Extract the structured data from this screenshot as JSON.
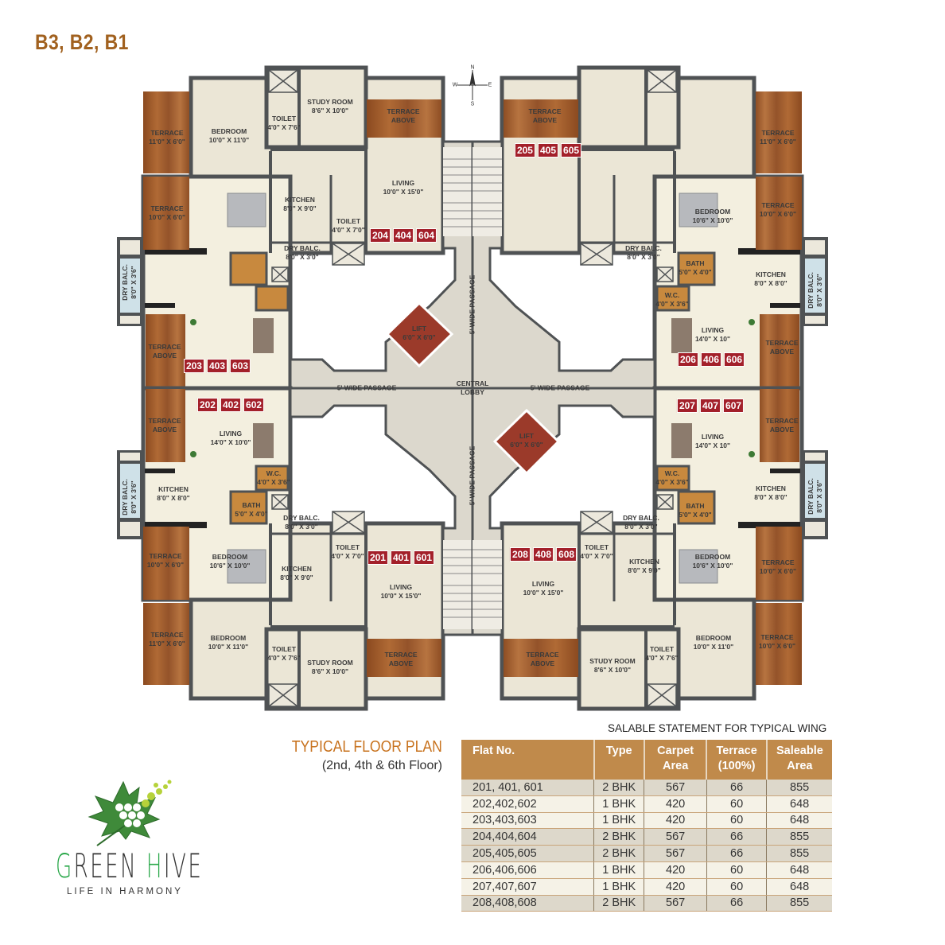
{
  "header": {
    "title": "B3, B2, B1"
  },
  "compass": {
    "n": "N",
    "s": "S",
    "e": "E",
    "w": "W"
  },
  "plan": {
    "labels": [
      {
        "name": "TERRACE",
        "size": "11'0\" X 6'0\""
      },
      {
        "name": "BEDROOM",
        "size": "10'0\" X 11'0\""
      },
      {
        "name": "TOILET",
        "size": "4'0\" X 7'6\""
      },
      {
        "name": "STUDY ROOM",
        "size": "8'6\" X 10'0\""
      },
      {
        "name": "TERRACE",
        "size": "ABOVE"
      },
      {
        "name": "TERRACE",
        "size": "10'0\" X 6'0\""
      },
      {
        "name": "KITCHEN",
        "size": "8'0\" X 9'0\""
      },
      {
        "name": "TOILET",
        "size": "4'0\" X 7'0\""
      },
      {
        "name": "LIVING",
        "size": "10'0\" X 15'0\""
      },
      {
        "name": "DRY BALC.",
        "size": "8'0\" X 3'0\""
      },
      {
        "name": "DRY BALC.",
        "size": "8'0\" X 3'6\""
      },
      {
        "name": "TERRACE",
        "size": "ABOVE"
      },
      {
        "name": "LIFT",
        "size": "6'0\" X 6'0\""
      },
      {
        "name": "5' WIDE PASSAGE",
        "size": ""
      },
      {
        "name": "CENTRAL",
        "size": "LOBBY"
      },
      {
        "name": "5' WIDE PASSAGE",
        "size": ""
      },
      {
        "name": "5' WIDE PASSAGE",
        "size": ""
      },
      {
        "name": "5' WIDE PASSAGE",
        "size": ""
      },
      {
        "name": "LIFT",
        "size": "6'0\" X 6'0\""
      },
      {
        "name": "TERRACE",
        "size": "ABOVE"
      },
      {
        "name": "TERRACE",
        "size": "11'0\" X 6'0\""
      },
      {
        "name": "TERRACE",
        "size": "10'0\" X 6'0\""
      },
      {
        "name": "BEDROOM",
        "size": "10'6\" X 10'0\""
      },
      {
        "name": "DRY BALC.",
        "size": "8'0\" X 3'0\""
      },
      {
        "name": "BATH",
        "size": "5'0\" X 4'0\""
      },
      {
        "name": "KITCHEN",
        "size": "8'0\" X 8'0\""
      },
      {
        "name": "W.C.",
        "size": "4'0\" X 3'6\""
      },
      {
        "name": "DRY BALC.",
        "size": "8'0\" X 3'6\""
      },
      {
        "name": "LIVING",
        "size": "14'0\" X 10\""
      },
      {
        "name": "TERRACE",
        "size": "ABOVE"
      },
      {
        "name": "TERRACE",
        "size": "ABOVE"
      },
      {
        "name": "LIVING",
        "size": "14'0\" X 10\""
      },
      {
        "name": "W.C.",
        "size": "4'0\" X 3'6\""
      },
      {
        "name": "KITCHEN",
        "size": "8'0\" X 8'0\""
      },
      {
        "name": "BATH",
        "size": "5'0\" X 4'0\""
      },
      {
        "name": "DRY BALC.",
        "size": "8'0\" X 3'6\""
      },
      {
        "name": "DRY BALC.",
        "size": "8'0\" X 3'0\""
      },
      {
        "name": "TOILET",
        "size": "4'0\" X 7'0\""
      },
      {
        "name": "KITCHEN",
        "size": "8'0\" X 9'0\""
      },
      {
        "name": "BEDROOM",
        "size": "10'6\" X 10'0\""
      },
      {
        "name": "TERRACE",
        "size": "10'0\" X 6'0\""
      },
      {
        "name": "LIVING",
        "size": "10'0\" X 15'0\""
      },
      {
        "name": "TERRACE",
        "size": "ABOVE"
      },
      {
        "name": "STUDY ROOM",
        "size": "8'6\" X 10'0\""
      },
      {
        "name": "TOILET",
        "size": "4'0\" X 7'6\""
      },
      {
        "name": "BEDROOM",
        "size": "10'0\" X 11'0\""
      },
      {
        "name": "TERRACE",
        "size": "10'0\" X 6'0\""
      },
      {
        "name": "TERRACE",
        "size": "ABOVE"
      },
      {
        "name": "LIVING",
        "size": "14'0\" X 10'0\""
      },
      {
        "name": "DRY BALC.",
        "size": "8'0\" X 3'6\""
      },
      {
        "name": "KITCHEN",
        "size": "8'0\" X 8'0\""
      },
      {
        "name": "W.C.",
        "size": "4'0\" X 3'6\""
      },
      {
        "name": "BATH",
        "size": "5'0\" X 4'0\""
      },
      {
        "name": "DRY BALC.",
        "size": "8'0\" X 3'0\""
      },
      {
        "name": "TOILET",
        "size": "4'0\" X 7'0\""
      },
      {
        "name": "KITCHEN",
        "size": "8'0\" X 9'0\""
      },
      {
        "name": "LIVING",
        "size": "10'0\" X 15'0\""
      },
      {
        "name": "TERRACE",
        "size": "10'0\" X 6'0\""
      },
      {
        "name": "BEDROOM",
        "size": "10'6\" X 10'0\""
      },
      {
        "name": "TERRACE",
        "size": "11'0\" X 6'0\""
      },
      {
        "name": "BEDROOM",
        "size": "10'0\" X 11'0\""
      },
      {
        "name": "TOILET",
        "size": "4'0\" X 7'6\""
      },
      {
        "name": "STUDY ROOM",
        "size": "8'6\" X 10'0\""
      },
      {
        "name": "TERRACE",
        "size": "ABOVE"
      }
    ],
    "flat_groups": [
      [
        "204",
        "404",
        "604"
      ],
      [
        "203",
        "403",
        "603"
      ],
      [
        "202",
        "402",
        "602"
      ],
      [
        "205",
        "405",
        "605"
      ],
      [
        "206",
        "406",
        "606"
      ],
      [
        "207",
        "407",
        "607"
      ],
      [
        "208",
        "408",
        "608"
      ],
      [
        "201",
        "401",
        "601"
      ]
    ]
  },
  "floor_plan_caption": {
    "title": "TYPICAL FLOOR PLAN",
    "subtitle": "(2nd, 4th & 6th Floor)"
  },
  "salable_statement": {
    "caption": "SALABLE STATEMENT FOR TYPICAL WING",
    "headers": [
      "Flat No.",
      "Type",
      "Carpet\nArea",
      "Terrace\n(100%)",
      "Saleable\nArea"
    ],
    "rows": [
      [
        "201, 401, 601",
        "2 BHK",
        "567",
        "66",
        "855"
      ],
      [
        "202,402,602",
        "1 BHK",
        "420",
        "60",
        "648"
      ],
      [
        "203,403,603",
        "1 BHK",
        "420",
        "60",
        "648"
      ],
      [
        "204,404,604",
        "2 BHK",
        "567",
        "66",
        "855"
      ],
      [
        "205,405,605",
        "2 BHK",
        "567",
        "66",
        "855"
      ],
      [
        "206,406,606",
        "1 BHK",
        "420",
        "60",
        "648"
      ],
      [
        "207,407,607",
        "1 BHK",
        "420",
        "60",
        "648"
      ],
      [
        "208,408,608",
        "2 BHK",
        "567",
        "66",
        "855"
      ]
    ]
  },
  "logo": {
    "brand_part1_initial": "G",
    "brand_part1_rest": "REEN ",
    "brand_part2_initial": "H",
    "brand_part2_rest": "IVE",
    "tagline": "LIFE IN HARMONY"
  },
  "colors": {
    "title": "#a1611f",
    "flat_badge": "#a3202a",
    "table_header": "#c08a4b",
    "terrace_wood": "#9c5a2a",
    "brand_green": "#2aa84a",
    "floor": "#ebe6d6",
    "wall": "#4f5254"
  }
}
